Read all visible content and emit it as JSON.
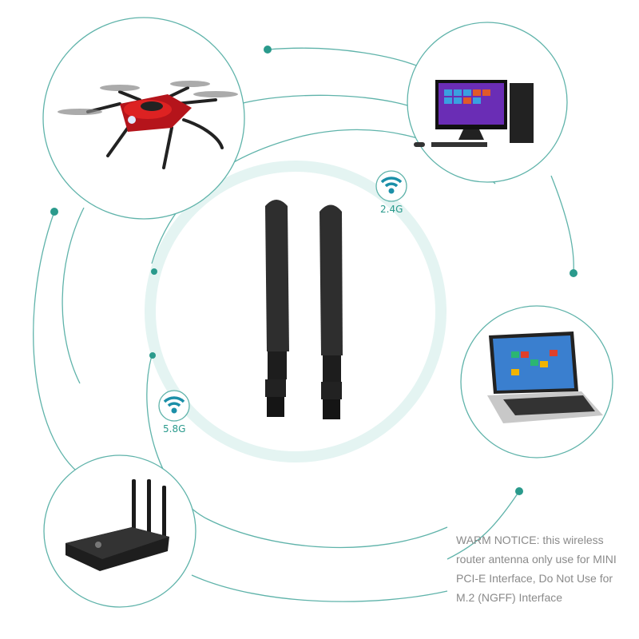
{
  "badges": {
    "band_24": "2.4G",
    "band_58": "5.8G"
  },
  "notice": {
    "lines": [
      "WARM NOTICE: this wireless",
      "router antenna only use for MINI",
      "PCI-E Interface, Do Not Use for",
      "M.2 (NGFF) Interface"
    ]
  },
  "devices": [
    "drone",
    "desktop-computer",
    "laptop",
    "router"
  ],
  "colors": {
    "accent": "#2a9a8c",
    "line": "#5fb3aa",
    "ring": "#e4f4f2",
    "antenna": "#2b2b2b",
    "text": "#8a8a8a"
  }
}
